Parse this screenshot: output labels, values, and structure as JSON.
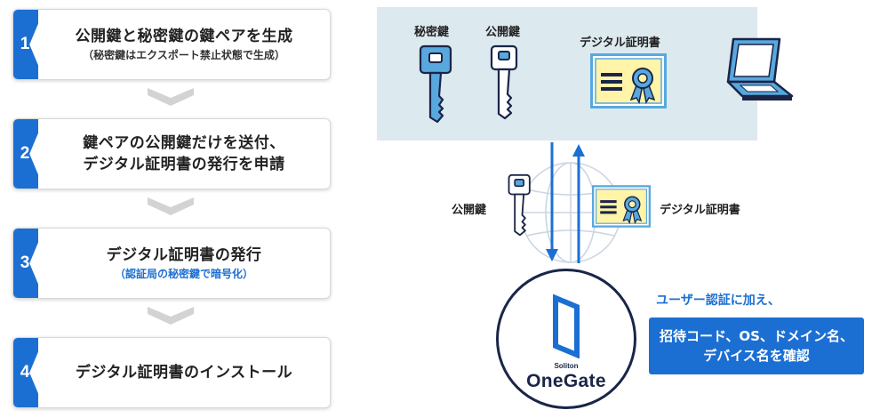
{
  "steps": [
    {
      "number": "1",
      "line1": "公開鍵と秘密鍵の鍵ペアを生成",
      "line2": "（秘密鍵はエクスポート禁止状態で生成）"
    },
    {
      "number": "2",
      "line1": "鍵ペアの公開鍵だけを送付、",
      "line2": "デジタル証明書の発行を申請"
    },
    {
      "number": "3",
      "line1": "デジタル証明書の発行",
      "line2": "（認証局の秘密鍵で暗号化）"
    },
    {
      "number": "4",
      "line1": "デジタル証明書のインストール"
    }
  ],
  "device_panel": {
    "private_key_label": "秘密鍵",
    "public_key_label": "公開鍵",
    "certificate_label": "デジタル証明書"
  },
  "transfer": {
    "public_key_label": "公開鍵",
    "certificate_label": "デジタル証明書"
  },
  "logo": {
    "brand_small": "Soliton",
    "brand_name": "OneGate"
  },
  "note": {
    "lead": "ユーザー認証に加え、",
    "box_line1": "招待コード、OS、ドメイン名、",
    "box_line2": "デバイス名を確認"
  },
  "colors": {
    "accent_blue": "#1c6fd2",
    "panel_bg": "#dce9ef",
    "key_blue": "#58a8de",
    "cert_yellow": "#fff4a8",
    "navy": "#1a2548"
  }
}
